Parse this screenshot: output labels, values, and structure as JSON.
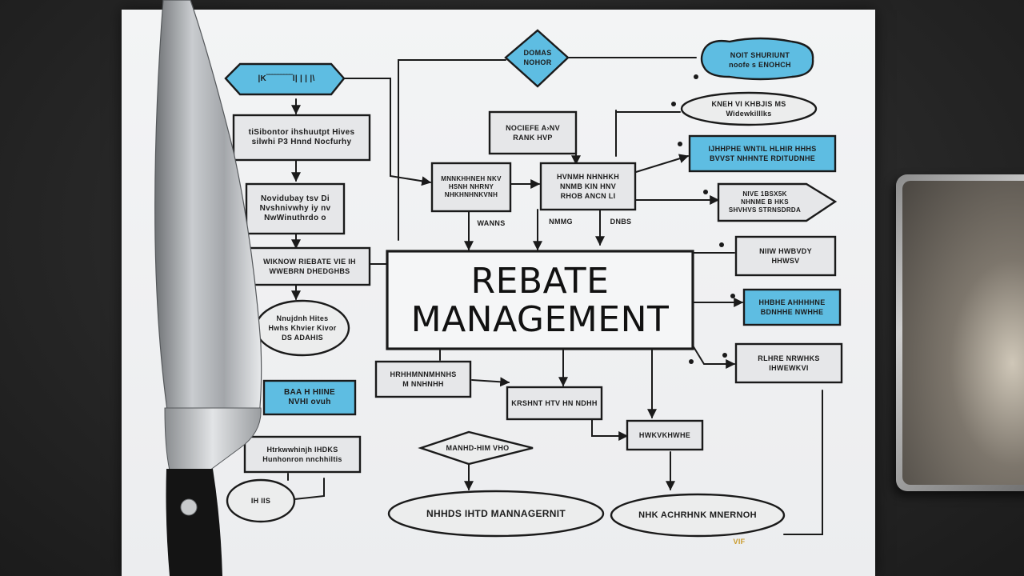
{
  "diagram": {
    "title_line1": "REBATE",
    "title_line2": "MANAGEMENT",
    "nodes": {
      "top_hex": "|K‾‾‾‾‾‾‾‾‾l| | | |\\",
      "top_diamond": "DOMAS\nNOHOR",
      "top_right_cloud": "NOIT SHURIUNT\nnoofe s ENOHCH",
      "left_box_1": "tiSibontor ihshuutpt Hives\nsilwhi P3 Hnnd Nocfurhy",
      "left_box_2": "Novidubay tsv Di\nNvshnivwhy iy nv\nNwWinuthrdo o",
      "left_box_3": "WIKNOW RIEBATE VIE IH\nWWEBRN DHEDGHBS",
      "left_oval": "Nnujdnh Hites\nHwhs Khvier Kivor\nDS ADAHIS",
      "left_blue": "BAA H HIINE\nNVHI ovuh",
      "left_box_4": "Htrkwwhinjh IHDKS\nHunhonron nnchhiltis",
      "center_box_1": "NOCIEFE A›NV\nRANK HVP",
      "center_box_2": "MNNKHHNEH NKV\nHSNH NHRNY\nNHKHNHNKVNH",
      "center_box_3": "HVNMH NHNHKH\nNNMB KIN HNV\nRHOB ANCN LI",
      "right_oval": "KNEH VI KHBJIS MS\nWidewkilllks",
      "right_blue_1": "IJHHPHE WNTIL HLHIR HHHS\nBVVST NHHNTE RDITUDNHE",
      "right_arrow": "NIVE 1BSX5K\nNHNME B HKS\nSHVHVS STRNSDRDA",
      "right_box_1": "NIIW HWBVDY\nHHWSV",
      "right_blue_2": "HHBHE AHHHHNE\nBDNHHE NWHHE",
      "right_box_2": "RLHRE NRWHKS\nIHWEWKVI",
      "below_left_box": "HRHHMNNMHNHS\nM NNHNHH",
      "below_center_box": "KRSHNT HTV HN NDHH",
      "below_right_box": "HWKVKHWHE",
      "below_diamond": "MANHD-HIM VHO",
      "small_oval": "IH IIS",
      "bottom_oval_left": "NHHDS IHTD MANNAGERNIT",
      "bottom_oval_right": "NHK ACHRHNK MNERNOH"
    },
    "edge_labels": {
      "wanns": "WANNS",
      "nnmg": "NMMG",
      "dnbs": "DNBS",
      "signature": "VIF"
    },
    "colors": {
      "accent_blue": "#5ebde2",
      "ink": "#1a1a1a",
      "box_fill": "#e6e7e9",
      "paper": "#f0f1f2"
    }
  }
}
